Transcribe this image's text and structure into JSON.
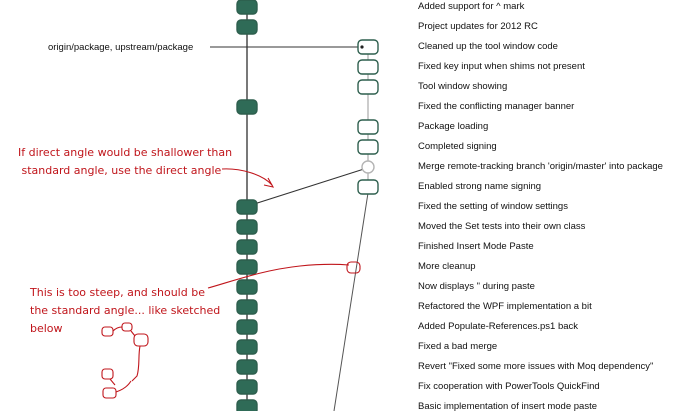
{
  "ref_label": "origin/package, upstream/package",
  "notes": [
    "If direct angle would be shallower than\n standard angle, use the direct angle",
    "This is too steep, and should be\nthe standard angle... like sketched\nbelow"
  ],
  "colors": {
    "main_fill": "#2f6b57",
    "node_stroke": "#2d5e4d",
    "side_fill": "#ffffff",
    "merge_stroke": "#b4b4b4",
    "edge_main": "#1e1e1e",
    "edge_side": "#9a9a9a",
    "annotation": "#c0151b"
  },
  "commits": [
    {
      "message": "Added support for ^ mark",
      "lane": "main"
    },
    {
      "message": "Project updates for 2012 RC",
      "lane": "main"
    },
    {
      "message": "Cleaned up the tool window code",
      "lane": "side",
      "head": true
    },
    {
      "message": "Fixed key input when shims not present",
      "lane": "side"
    },
    {
      "message": "Tool window showing",
      "lane": "side"
    },
    {
      "message": "Fixed the conflicting manager banner",
      "lane": "main"
    },
    {
      "message": "Package loading",
      "lane": "side"
    },
    {
      "message": "Completed signing",
      "lane": "side"
    },
    {
      "message": "Merge remote-tracking branch 'origin/master' into package",
      "lane": "merge"
    },
    {
      "message": "Enabled strong name signing",
      "lane": "side"
    },
    {
      "message": "Fixed the setting of window settings",
      "lane": "main"
    },
    {
      "message": "Moved the Set tests into their own class",
      "lane": "main"
    },
    {
      "message": "Finished Insert Mode Paste",
      "lane": "main"
    },
    {
      "message": "More cleanup",
      "lane": "main"
    },
    {
      "message": "Now displays \" during paste",
      "lane": "main"
    },
    {
      "message": "Refactored the WPF implementation a bit",
      "lane": "main"
    },
    {
      "message": "Added Populate-References.ps1 back",
      "lane": "main"
    },
    {
      "message": "Fixed a bad merge",
      "lane": "main"
    },
    {
      "message": "Revert \"Fixed some more issues with Moq dependency\"",
      "lane": "main"
    },
    {
      "message": "Fix cooperation with PowerTools QuickFind",
      "lane": "main"
    },
    {
      "message": "Basic implementation of insert mode paste",
      "lane": "main"
    }
  ]
}
